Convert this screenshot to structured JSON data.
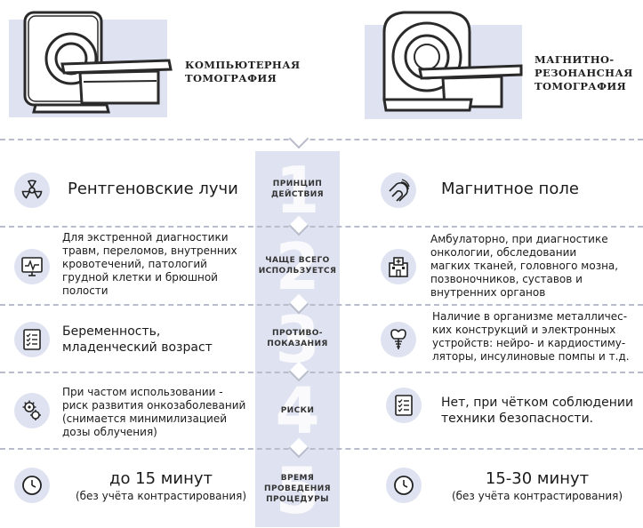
{
  "header": {
    "left_title_1": "Компьютерная",
    "left_title_2": "томография",
    "right_title_1": "Магнитно-",
    "right_title_2": "резонансная",
    "right_title_3": "томография"
  },
  "rows": [
    {
      "num": "1",
      "center": [
        "Принцип",
        "действия"
      ],
      "left_icon": "radiation-icon",
      "left": "Рентгеновские лучи",
      "right_icon": "magnet-icon",
      "right": "Магнитное поле"
    },
    {
      "num": "2",
      "center": [
        "Чаще всего",
        "используется"
      ],
      "left_icon": "monitor-icon",
      "left": [
        "Для экстренной диагностики",
        "травм, переломов, внутренних",
        "кровотечений, патологий",
        "грудной клетки и брюшной",
        "полости"
      ],
      "right_icon": "hospital-icon",
      "right": [
        "Амбулаторно, при диагностике",
        "онкологии, обследовании",
        "магких тканей, головного мозна,",
        "позвоночников, суставов и",
        "внутренних органов"
      ]
    },
    {
      "num": "3",
      "center": [
        "Противо-",
        "показания"
      ],
      "left_icon": "checklist-icon",
      "left": [
        "Беременность,",
        "младенческий возраст"
      ],
      "right_icon": "tooth-implant-icon",
      "right": [
        "Наличие в организме металличес-",
        "ких конструкций и электронных",
        "устройств: нейро- и кардиостиму-",
        "ляторы, инсулиновые помпы и т.д."
      ]
    },
    {
      "num": "4",
      "center": [
        "Риски"
      ],
      "left_icon": "virus-icon",
      "left": [
        "При частом использовании -",
        "риск развития онкозаболеваний",
        "(снимается минимилизацией",
        "дозы облучения)"
      ],
      "right_icon": "checklist-icon",
      "right": [
        "Нет, при чётком соблюдении",
        "техники безопасности."
      ]
    },
    {
      "num": "5",
      "center": [
        "Время",
        "проведения",
        "процедуры"
      ],
      "left_icon": "clock-icon",
      "left": [
        "до 15 минут",
        "(без учёта контрастирования)"
      ],
      "right_icon": "clock-icon",
      "right": [
        "15-30 минут",
        "(без учёта контрастирования)"
      ]
    }
  ],
  "colors": {
    "accent_bg": "#dfe3f1",
    "line": "#b8bccb",
    "ink": "#1b1b1b"
  }
}
